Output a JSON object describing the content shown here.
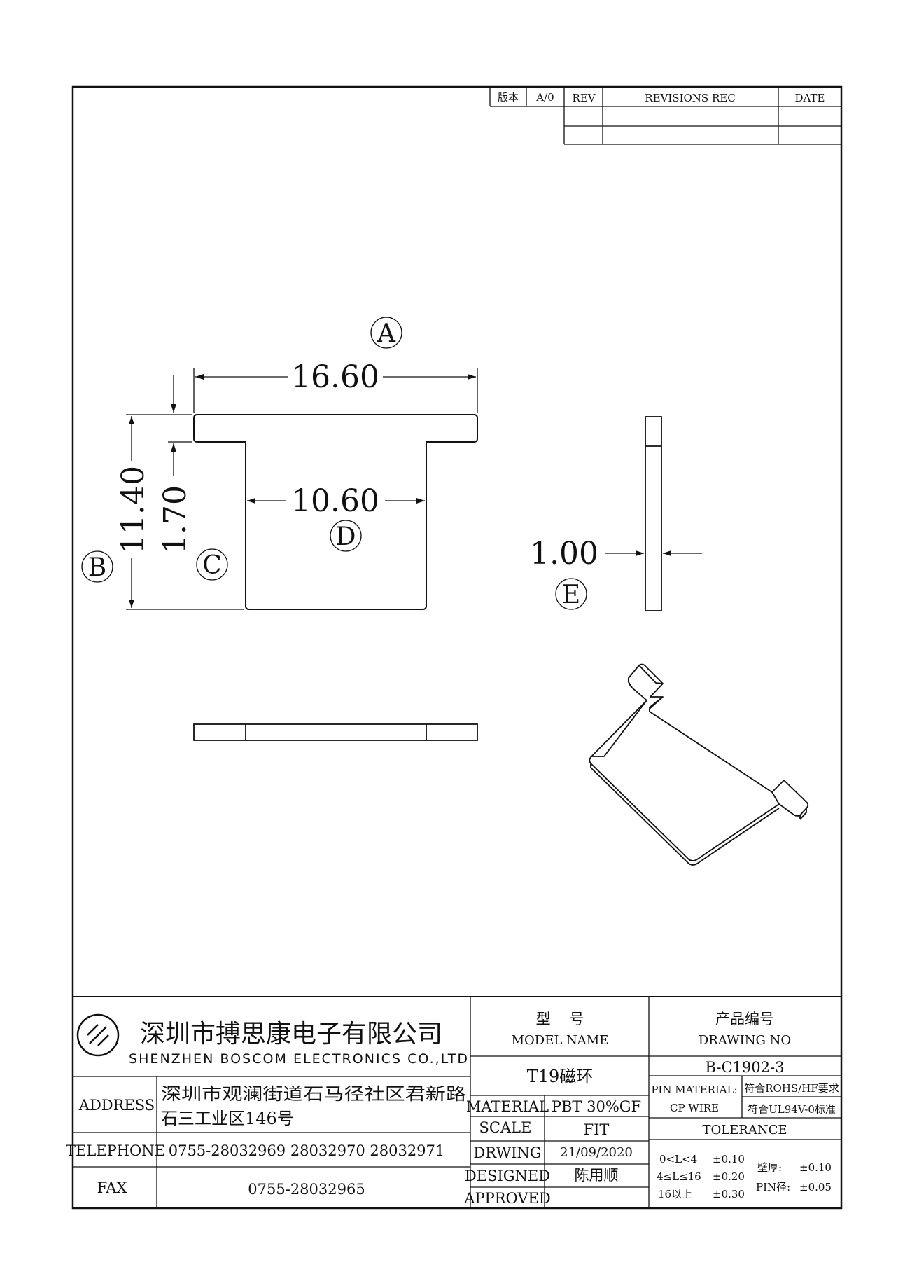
{
  "revision_block": {
    "version_label": "版本",
    "version_value": "A/0",
    "rev_header": "REV",
    "revisions_header": "REVISIONS REC",
    "date_header": "DATE"
  },
  "dimensions": {
    "overall_width": "16.60",
    "inner_width": "10.60",
    "overall_height": "11.40",
    "flange_height": "1.70",
    "thickness": "1.00"
  },
  "callouts": {
    "a": "A",
    "b": "B",
    "c": "C",
    "d": "D",
    "e": "E"
  },
  "title_block": {
    "company_cn": "深圳市搏思康电子有限公司",
    "company_en": "SHENZHEN BOSCOM ELECTRONICS CO.,LTD",
    "address_label": "ADDRESS",
    "address_line1": "深圳市观澜街道石马径社区君新路",
    "address_line2": "石三工业区146号",
    "telephone_label": "TELEPHONE",
    "telephone_value": "0755-28032969 28032970 28032971",
    "fax_label": "FAX",
    "fax_value": "0755-28032965",
    "model_label_cn": "型    号",
    "model_label_en": "MODEL NAME",
    "model_value": "T19磁环",
    "drawing_label_cn": "产品编号",
    "drawing_label_en": "DRAWING NO",
    "drawing_value": "B-C1902-3",
    "material_label": "MATERIAL",
    "material_value": "PBT 30%GF",
    "scale_label": "SCALE",
    "scale_value": "FIT",
    "drwing_label": "DRWING",
    "drwing_value": "21/09/2020",
    "designed_label": "DESIGNED",
    "designed_value": "陈用顺",
    "approved_label": "APPROVED",
    "pin_material_label": "PIN MATERIAL:",
    "pin_material_value": "CP WIRE",
    "rohs_note": "符合ROHS/HF要求",
    "ul_note": "符合UL94V-0标准",
    "tolerance_label": "TOLERANCE",
    "tol_range_1": "0<L<4",
    "tol_value_1": "±0.10",
    "tol_range_2": "4≤L≤16",
    "tol_value_2": "±0.20",
    "tol_range_3": "16以上",
    "tol_value_3": "±0.30",
    "wall_label": "壁厚:",
    "wall_value": "±0.10",
    "pin_dia_label": "PIN径:",
    "pin_dia_value": "±0.05"
  }
}
